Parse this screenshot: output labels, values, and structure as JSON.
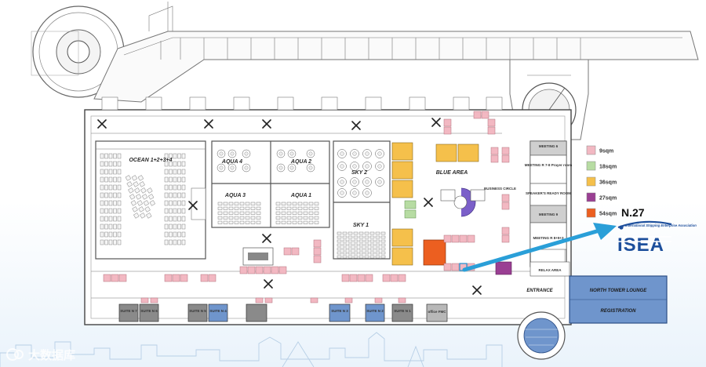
{
  "rooms": {
    "ocean": "OCEAN 1+2+3+4",
    "aqua4": "AQUA 4",
    "aqua2": "AQUA 2",
    "aqua3": "AQUA 3",
    "aqua1": "AQUA 1",
    "sky2": "SKY 2",
    "sky1": "SKY 1",
    "blue_area": "BLUE AREA",
    "business_circle": "BUSINESS CIRCLE",
    "entrance": "ENTRANCE",
    "relax_area": "RELAX AREA",
    "north_tower_lounge": "NORTH TOWER LOUNGE",
    "registration": "REGISTRATION",
    "office_fmc": "office FMC"
  },
  "side_rooms": [
    "MEETING 6",
    "MEETING R 7-8 Prayer room",
    "SPEAKER'S READY ROOM",
    "MEETING 9",
    "MEETING R 8+9+3"
  ],
  "suites": [
    "SUITE N 7",
    "SUITE N 6",
    "SUITE N 5",
    "SUITE N 4",
    "SUITE N 3",
    "SUITE N 2",
    "SUITE N 1"
  ],
  "legend": [
    {
      "label": "9sqm",
      "color": "#f2b8c2"
    },
    {
      "label": "18sqm",
      "color": "#b7dca3"
    },
    {
      "label": "36sqm",
      "color": "#f5c04b"
    },
    {
      "label": "27sqm",
      "color": "#9a3f93"
    },
    {
      "label": "54sqm",
      "color": "#ec5f20"
    }
  ],
  "booth": {
    "number": "N.27",
    "org_name": "International Shipping Enterprise Association",
    "logo": "ISEA"
  },
  "watermark": "大数据库",
  "colors": {
    "blue_room": "#6f95cc",
    "arrow": "#2a9fd8",
    "logo_blue": "#1d4f9c"
  }
}
